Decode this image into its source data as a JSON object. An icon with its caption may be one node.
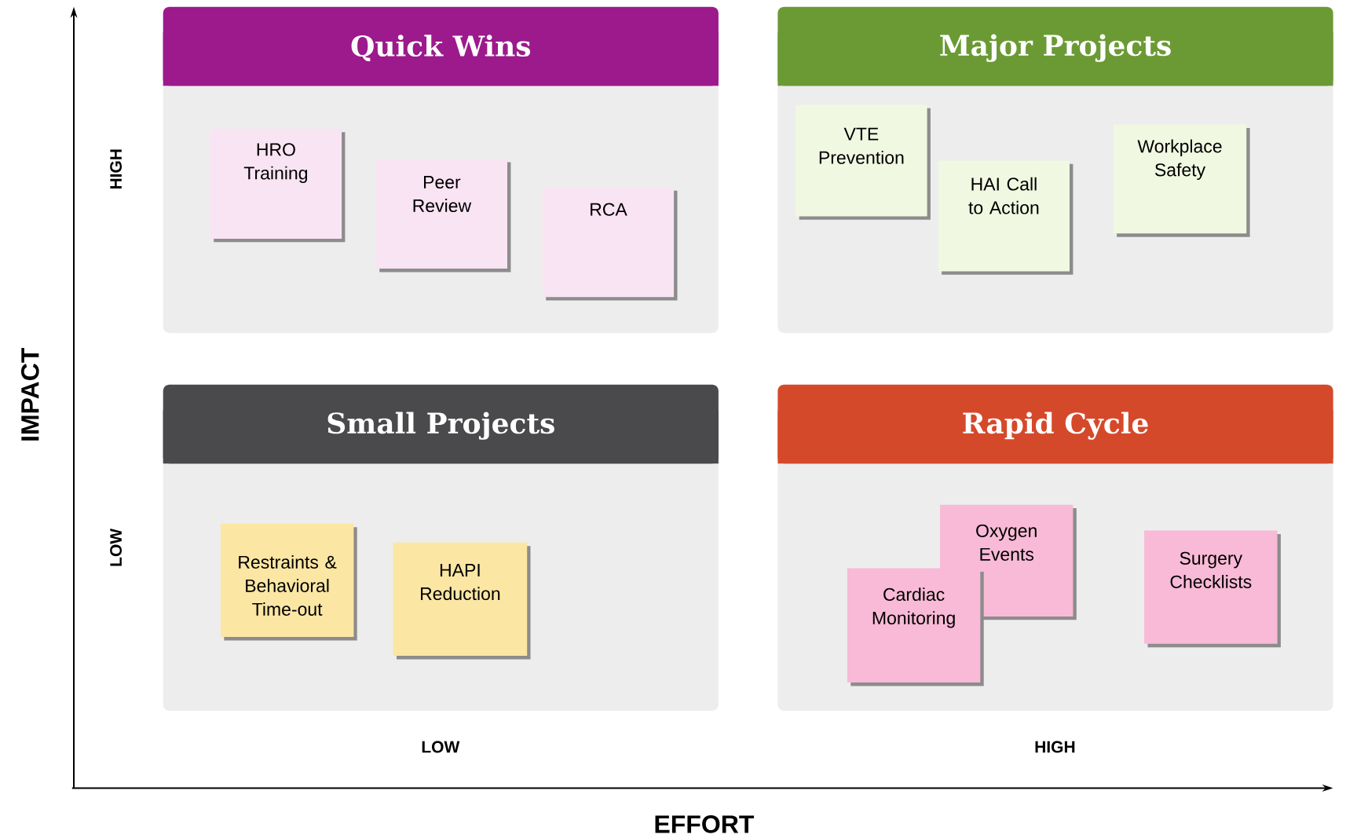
{
  "diagram": {
    "nodes": [
      {
        "text": [
          "Quick Wins"
        ]
      },
      {
        "text": [
          "HRO Training"
        ],
        "in": 0
      },
      {
        "text": [
          "Peer Review"
        ],
        "in": 0
      },
      {
        "text": [
          "RCA"
        ],
        "in": 0
      },
      {
        "text": [
          "Major Projects"
        ]
      },
      {
        "text": [
          "VTE Prevention"
        ],
        "in": 4
      },
      {
        "text": [
          "HAI Call to Action"
        ],
        "in": 4
      },
      {
        "text": [
          "Workplace Safety"
        ],
        "in": 4
      },
      {
        "text": [
          "Small Projects"
        ]
      },
      {
        "text": [
          "Restraints & Behavioral Time-out"
        ],
        "in": 8
      },
      {
        "text": [
          "HAPI Reduction"
        ],
        "in": 8
      },
      {
        "text": [
          "Rapid Cycle"
        ]
      },
      {
        "text": [
          "Oxygen Events"
        ],
        "in": 11
      },
      {
        "text": [
          "Cardiac Monitoring"
        ],
        "in": 11
      },
      {
        "text": [
          "Surgery Checklists"
        ],
        "in": 11
      }
    ],
    "labels": [
      "HIGH",
      "IMPACT",
      "LOW",
      "LOW",
      "HIGH",
      "EFFORT"
    ]
  }
}
